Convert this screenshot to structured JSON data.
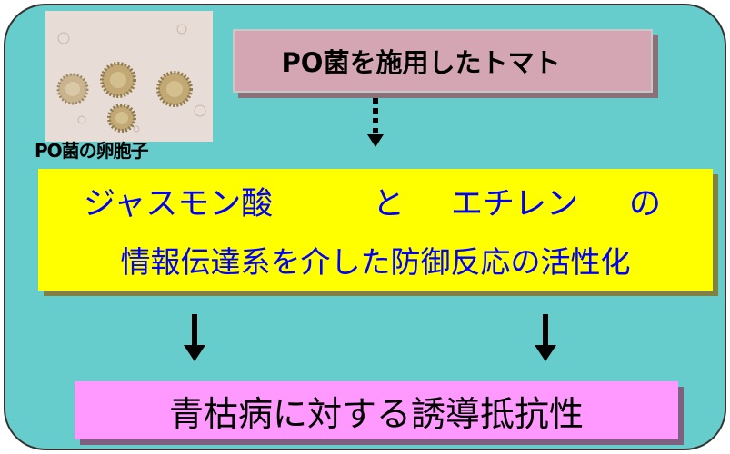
{
  "photo": {
    "caption": "PO菌の卵胞子"
  },
  "top_box": {
    "label": "PO菌を施用したトマト"
  },
  "middle_box": {
    "line1": {
      "term_a": "ジャスモン酸",
      "connector": "と",
      "term_b": "エチレン",
      "particle": "の"
    },
    "line2": "情報伝達系を介した防御反応の活性化",
    "text_color": "#0000ff",
    "background": "#ffff00"
  },
  "bottom_box": {
    "label": "青枯病に対する誘導抵抗性",
    "background": "#ff99ff"
  },
  "panel_background": "#66cccc"
}
